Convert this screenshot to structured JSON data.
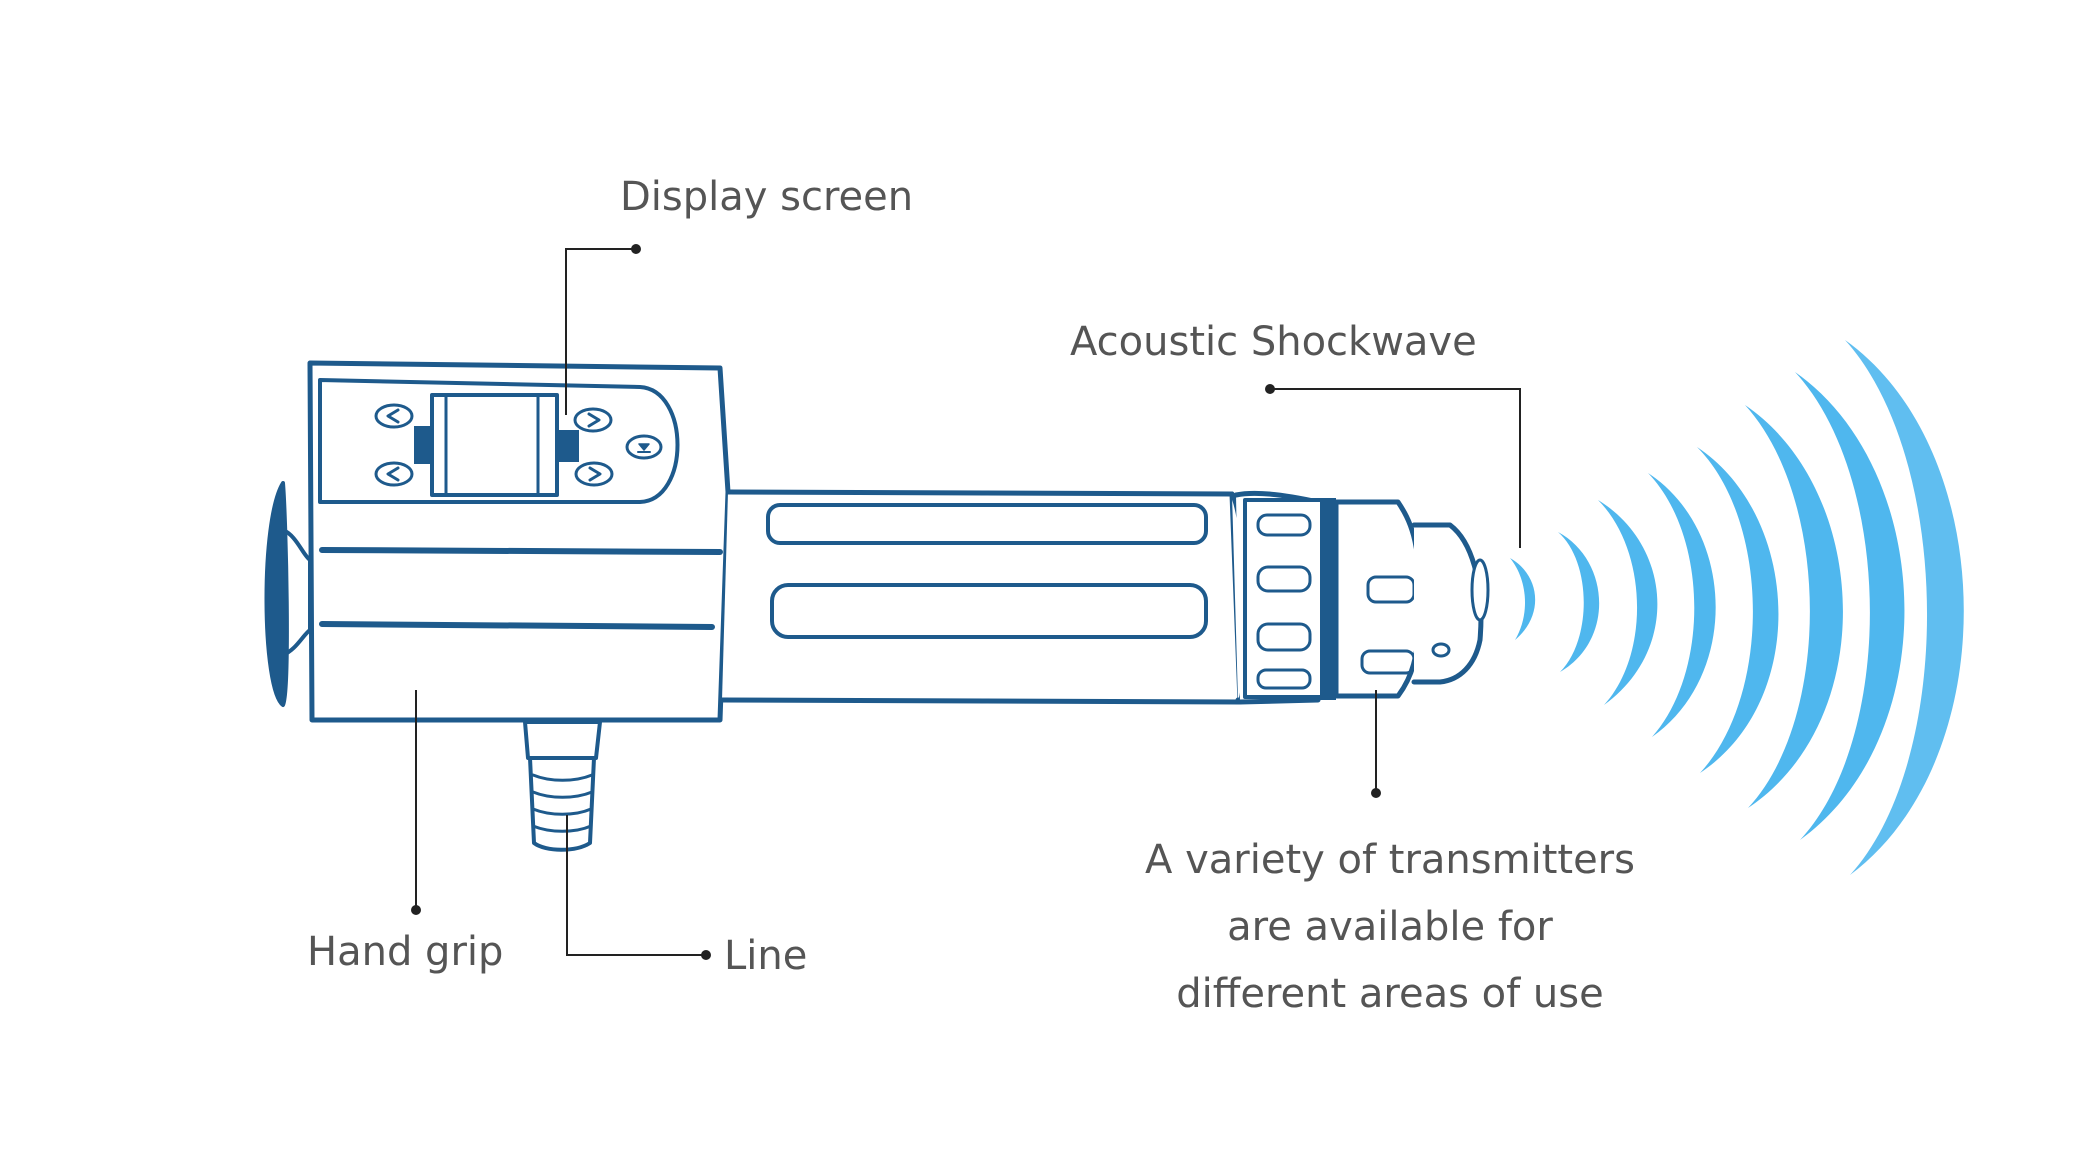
{
  "colors": {
    "outline": "#1e5a8c",
    "fill": "#ffffff",
    "wave": "#4fb7ee",
    "text": "#555555",
    "leader": "#222222"
  },
  "labels": {
    "display_screen": "Display screen",
    "acoustic_shockwave": "Acoustic Shockwave",
    "hand_grip": "Hand grip",
    "line": "Line",
    "transmitters": [
      "A variety of transmitters",
      "are available for",
      "different areas of use"
    ]
  },
  "display_buttons": [
    "<",
    ">",
    "<",
    ">"
  ]
}
